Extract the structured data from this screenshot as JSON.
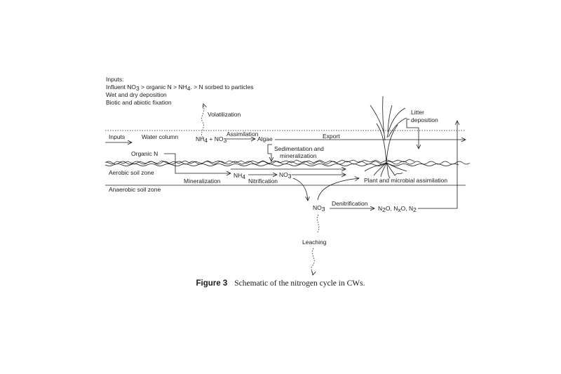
{
  "inputs_note": {
    "line1": "Inputs:",
    "line2_a": "Influent NO",
    "line2_sub1": "3",
    "line2_b": " > organic N > NH",
    "line2_sub2": "4",
    "line2_c": ". > N sorbed to particles",
    "line3": "Wet and dry deposition",
    "line4": "Biotic and abiotic fixation"
  },
  "labels": {
    "volatilization": "Volatilization",
    "litter_line1": "Litter",
    "litter_line2": "deposition",
    "inputs": "Inputs",
    "water_column": "Water column",
    "nh4_no3_a": "NH",
    "nh4_no3_sub1": "4",
    "nh4_no3_b": " + NO",
    "nh4_no3_sub2": "3",
    "assimilation": "Assimilation",
    "algae": "Algae",
    "export": "Export",
    "organic_n": "Organic N",
    "sed_line1": "Sedimentation and",
    "sed_line2": "mineralization",
    "aerobic_zone": "Aerobic soil zone",
    "nh4_a": "NH",
    "nh4_sub": "4",
    "no3_a": "NO",
    "no3_sub": "3",
    "mineralization": "Mineralization",
    "nitrification": "Nitrification",
    "plant_assim": "Plant and microbial assimilation",
    "anaerobic_zone": "Anaerobic soil zone",
    "no3_low_a": "NO",
    "no3_low_sub": "3",
    "denitrification": "Denitrification",
    "gases_a": "N",
    "gases_sub1": "2",
    "gases_b": "O, N",
    "gases_sub2": "x",
    "gases_c": "O, N",
    "gases_sub3": "2",
    "leaching": "Leaching"
  },
  "caption": {
    "label": "Figure 3",
    "text": "Schematic of the nitrogen cycle in CWs."
  }
}
